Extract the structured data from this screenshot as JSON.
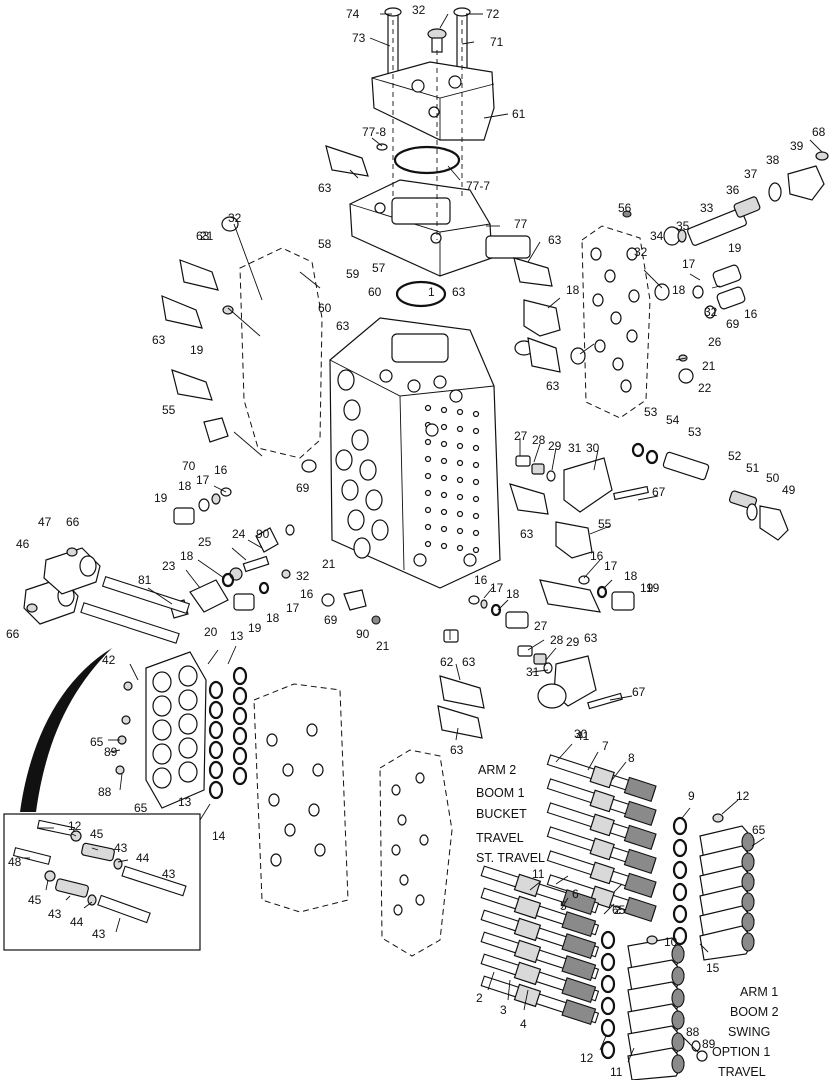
{
  "diagram": {
    "section_labels": [
      "ARM 2",
      "BOOM 1",
      "BUCKET",
      "TRAVEL",
      "ST. TRAVEL",
      "ARM 1",
      "BOOM 2",
      "SWING",
      "OPTION 1",
      "TRAVEL"
    ],
    "callouts": [
      "74",
      "32",
      "72",
      "73",
      "71",
      "61",
      "77-8",
      "77-7",
      "63",
      "77",
      "68",
      "39",
      "38",
      "37",
      "36",
      "33",
      "35",
      "34",
      "56",
      "32",
      "63",
      "63",
      "32",
      "58",
      "59",
      "57",
      "60",
      "60",
      "1",
      "63",
      "63",
      "21",
      "63",
      "55",
      "19",
      "18",
      "19",
      "16",
      "17",
      "18",
      "69",
      "32",
      "26",
      "21",
      "22",
      "63",
      "70",
      "69",
      "53",
      "54",
      "53",
      "52",
      "51",
      "50",
      "49",
      "27",
      "28",
      "29",
      "31",
      "30",
      "67",
      "19",
      "18",
      "17",
      "16",
      "63",
      "55",
      "47",
      "66",
      "90",
      "24",
      "46",
      "25",
      "18",
      "23",
      "81",
      "32",
      "16",
      "21",
      "19",
      "18",
      "17",
      "66",
      "90",
      "21",
      "69",
      "16",
      "17",
      "18",
      "19",
      "63",
      "62",
      "20",
      "13",
      "42",
      "65",
      "89",
      "88",
      "65",
      "13",
      "14",
      "12",
      "45",
      "43",
      "44",
      "43",
      "48",
      "45",
      "43",
      "44",
      "43",
      "41",
      "7",
      "8",
      "9",
      "12",
      "65",
      "11",
      "6",
      "5",
      "2",
      "15",
      "10",
      "65",
      "2",
      "3",
      "4",
      "12",
      "11",
      "88",
      "89",
      "27",
      "28",
      "29",
      "31",
      "30",
      "67",
      "63",
      "63",
      "19",
      "18",
      "17",
      "16"
    ]
  }
}
